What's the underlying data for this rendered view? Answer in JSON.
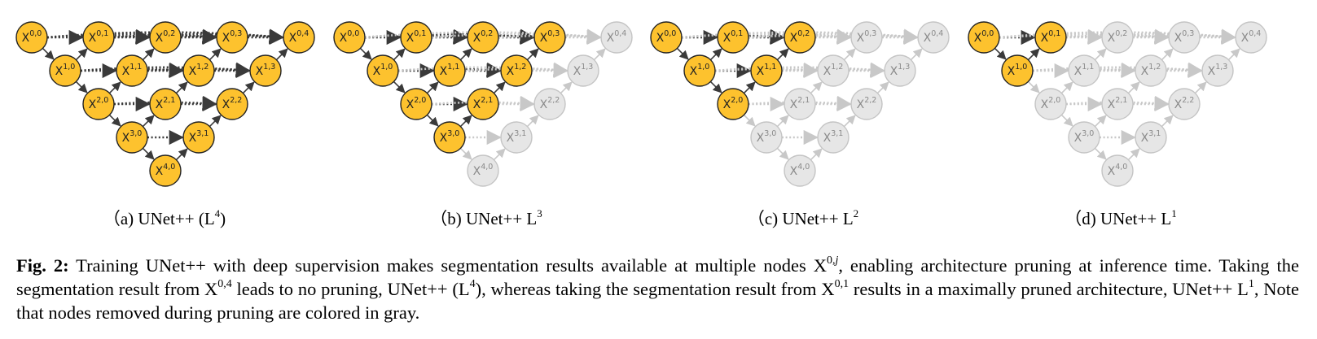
{
  "colors": {
    "active_fill": "#FDC22E",
    "active_stroke": "#222222",
    "active_text": "#222222",
    "pruned_fill": "#E6E6E6",
    "pruned_stroke": "#C4C4C4",
    "pruned_text": "#8A8A8A",
    "active_edge": "#3A3A3A",
    "pruned_edge": "#C8C8C8"
  },
  "node_prefix": "X",
  "panels": [
    {
      "id": "a",
      "caption": {
        "pre": "（a) UNet++ (L",
        "sup": "4",
        "post": ")"
      },
      "depth": 4
    },
    {
      "id": "b",
      "caption": {
        "pre": "（b) UNet++ L",
        "sup": "3",
        "post": ""
      },
      "depth": 3
    },
    {
      "id": "c",
      "caption": {
        "pre": "（c) UNet++ L",
        "sup": "2",
        "post": ""
      },
      "depth": 2
    },
    {
      "id": "d",
      "caption": {
        "pre": "（d) UNet++ L",
        "sup": "1",
        "post": ""
      },
      "depth": 1
    }
  ],
  "figure_caption": {
    "label": "Fig. 2:",
    "t1": " Training UNet++ with deep supervision makes segmentation results available at multiple nodes X",
    "s1": "0,",
    "s1j": "j",
    "t2": ", enabling architecture pruning at inference time. Taking the segmentation result from X",
    "s2": "0,4",
    "t3": " leads to no pruning, UNet++ (L",
    "s3": "4",
    "t4": "), whereas taking the segmentation result from X",
    "s4": "0,1",
    "t5": " results in a maximally pruned architecture, UNet++ L",
    "s5": "1",
    "t6": ", Note that nodes removed during pruning are colored in gray."
  }
}
